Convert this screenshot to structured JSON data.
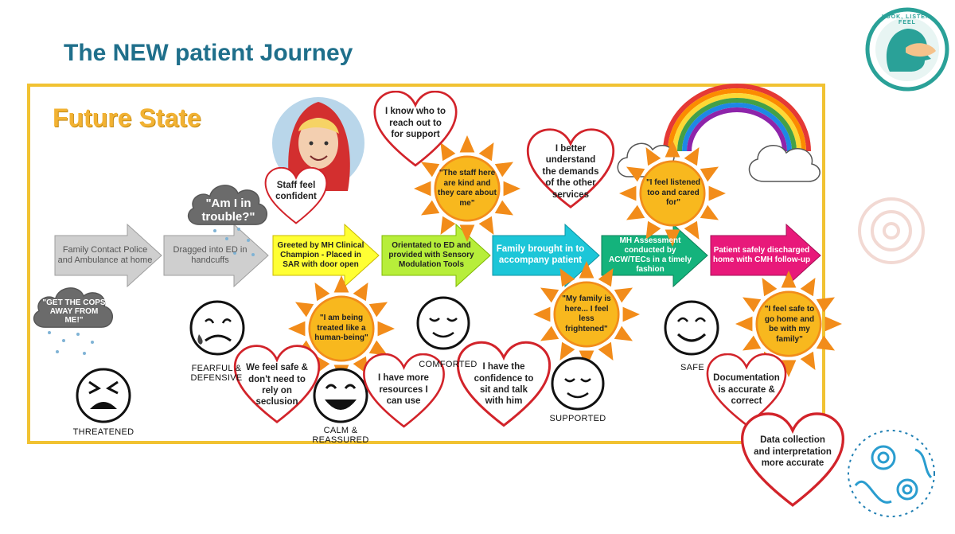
{
  "slide": {
    "title": "The NEW patient Journey"
  },
  "diagram": {
    "heading": "Future State",
    "logo_text": "LOOK, LISTEN, FEEL",
    "arrows": [
      {
        "id": "a1",
        "text": "Family Contact Police and Ambulance at home",
        "color": "#cfcfcf"
      },
      {
        "id": "a2",
        "text": "Dragged into ED in handcuffs",
        "color": "#cfcfcf"
      },
      {
        "id": "a3",
        "text": "Greeted by MH Clinical Champion - Placed in SAR with door open",
        "color": "#ffff33"
      },
      {
        "id": "a4",
        "text": "Orientated to ED and provided with Sensory Modulation Tools",
        "color": "#b7ee3a"
      },
      {
        "id": "a5",
        "text": "Family brought in to accompany patient",
        "color": "#1cc6d8"
      },
      {
        "id": "a6",
        "text": "MH Assessment conducted by ACW/TECs in a timely fashion",
        "color": "#14b37c"
      },
      {
        "id": "a7",
        "text": "Patient safely discharged home with CMH follow-up",
        "color": "#e8197a"
      }
    ],
    "clouds": [
      {
        "id": "c1",
        "text": "\"Am I in trouble?\""
      },
      {
        "id": "c2",
        "text": "\"GET THE COPS AWAY FROM ME!\""
      }
    ],
    "hearts": [
      {
        "id": "h1",
        "text": "I know who to reach out to for support"
      },
      {
        "id": "h2",
        "text": "Staff feel confident"
      },
      {
        "id": "h3",
        "text": "I better understand the demands of the other services"
      },
      {
        "id": "h4",
        "text": "We feel safe & don't need to rely on seclusion"
      },
      {
        "id": "h5",
        "text": "I have more resources I can use"
      },
      {
        "id": "h6",
        "text": "I have the confidence to sit and talk with him"
      },
      {
        "id": "h7",
        "text": "Documentation is accurate & correct"
      },
      {
        "id": "h8",
        "text": "Data collection and interpretation more accurate"
      }
    ],
    "suns": [
      {
        "id": "s1",
        "text": "\"The staff here are kind and they care about me\""
      },
      {
        "id": "s2",
        "text": "\"I feel listened too and cared for\""
      },
      {
        "id": "s3",
        "text": "\"I am being treated like a human-being\""
      },
      {
        "id": "s4",
        "text": "\"My family is here... I feel less frightened\""
      },
      {
        "id": "s5",
        "text": "\"I feel safe to go home and be with my family\""
      }
    ],
    "faces": [
      {
        "id": "f1",
        "label": "THREATENED"
      },
      {
        "id": "f2",
        "label": "FEARFUL & DEFENSIVE"
      },
      {
        "id": "f3",
        "label": "CALM & REASSURED"
      },
      {
        "id": "f4",
        "label": "COMFORTED"
      },
      {
        "id": "f5",
        "label": "SUPPORTED"
      },
      {
        "id": "f6",
        "label": "SAFE"
      }
    ]
  }
}
